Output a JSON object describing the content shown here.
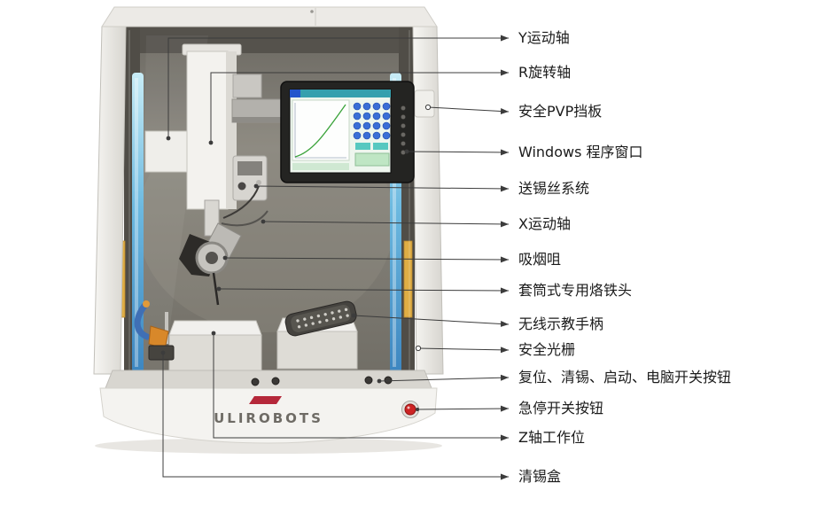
{
  "diagram": {
    "brand": "ULIROBOTS",
    "labels": [
      {
        "id": "y-axis",
        "text": "Y运动轴"
      },
      {
        "id": "r-axis",
        "text": "R旋转轴"
      },
      {
        "id": "pvp-guard",
        "text": "安全PVP挡板"
      },
      {
        "id": "windows",
        "text": "Windows 程序窗口"
      },
      {
        "id": "solder-feed",
        "text": "送锡丝系统"
      },
      {
        "id": "x-axis",
        "text": "X运动轴"
      },
      {
        "id": "smoke-nozzle",
        "text": "吸烟咀"
      },
      {
        "id": "iron-tip",
        "text": "套筒式专用烙铁头"
      },
      {
        "id": "teach-pendant",
        "text": "无线示教手柄"
      },
      {
        "id": "light-curtain",
        "text": "安全光栅"
      },
      {
        "id": "panel-buttons",
        "text": "复位、清锡、启动、电脑开关按钮"
      },
      {
        "id": "estop",
        "text": "急停开关按钮"
      },
      {
        "id": "z-axis",
        "text": "Z轴工作位"
      },
      {
        "id": "tin-box",
        "text": "清锡盒"
      }
    ]
  },
  "colors": {
    "label_text": "#1b1b1b",
    "callout_line": "#3c3c3c",
    "led_blue": "#5fb3dd",
    "safety_yellow": "#dfae45",
    "logo_red": "#b5283a",
    "estop_red": "#cd2424",
    "screen_teal": "#35a0ae",
    "screen_button_blue": "#3a6ed6"
  }
}
